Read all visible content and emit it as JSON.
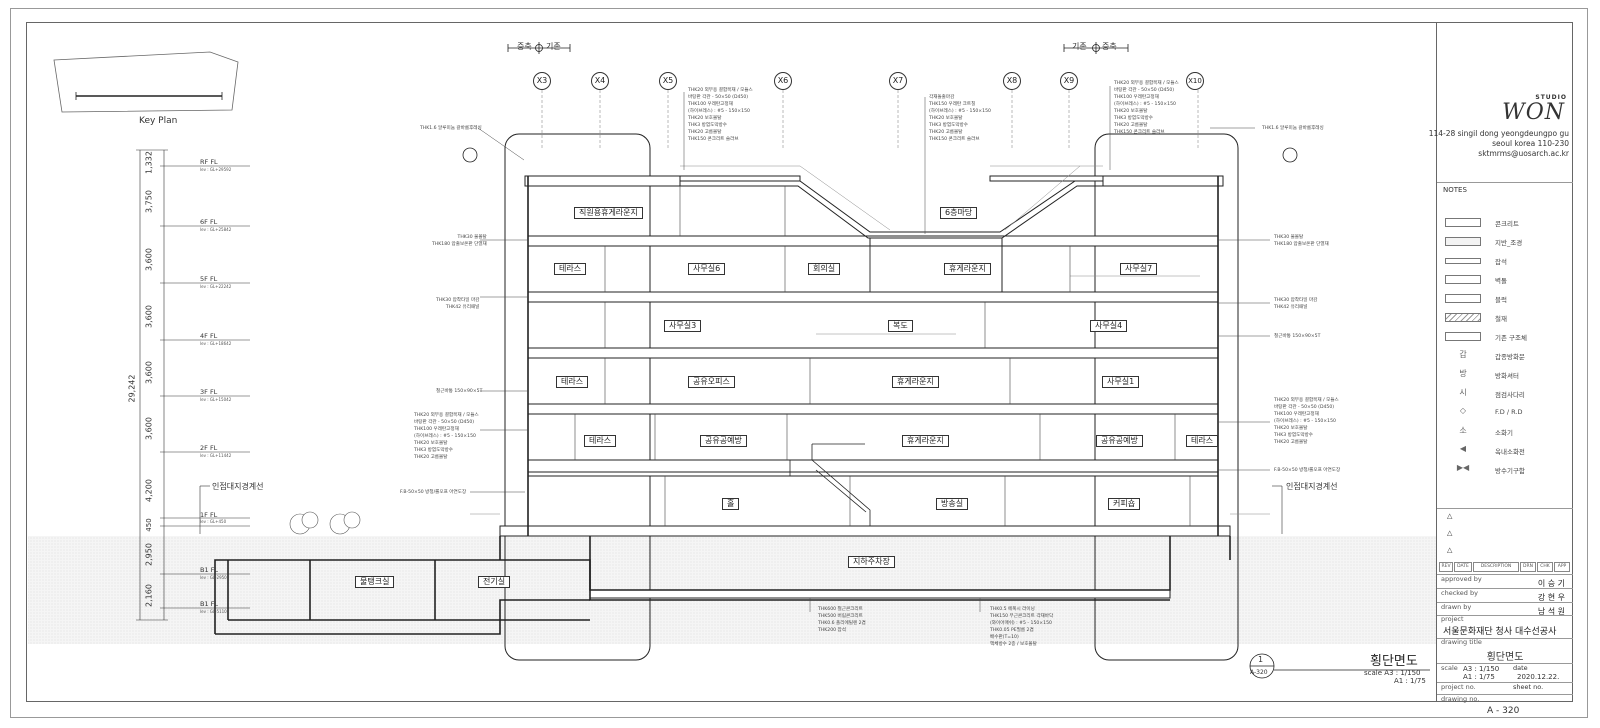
{
  "key_plan": {
    "label": "Key Plan"
  },
  "header": {
    "left_marker": {
      "left": "증축",
      "right": "기존"
    },
    "right_marker": {
      "left": "기존",
      "right": "증축"
    }
  },
  "grid_lines": [
    "X3",
    "X4",
    "X5",
    "X6",
    "X7",
    "X8",
    "X9",
    "X10"
  ],
  "dimensions": {
    "total": "29,242",
    "segments": [
      "1,332",
      "3,750",
      "3,600",
      "3,600",
      "3,600",
      "3,600",
      "4,200",
      "450",
      "2,950",
      "2,160"
    ]
  },
  "levels": [
    {
      "name": "RF FL",
      "sub": "lev : GL+29592"
    },
    {
      "name": "6F FL",
      "sub": "lev : GL+25842"
    },
    {
      "name": "5F FL",
      "sub": "lev : GL+22242"
    },
    {
      "name": "4F FL",
      "sub": "lev : GL+18642"
    },
    {
      "name": "3F FL",
      "sub": "lev : GL+15042"
    },
    {
      "name": "2F FL",
      "sub": "lev : GL+11442"
    },
    {
      "name": "1F FL",
      "sub": "lev : GL+450"
    },
    {
      "name": "B1 FL",
      "sub": "lev : GL-2950"
    },
    {
      "name": "B1 FL",
      "sub": "lev : GL-5110"
    }
  ],
  "boundary_labels": {
    "left": "인접대지경계선",
    "right": "인접대지경계선"
  },
  "rooms": {
    "r6_staff_lounge": "직원용휴게라운지",
    "r6_yard": "6층마당",
    "r5_terrace": "테라스",
    "r5_office6": "사무실6",
    "r5_meeting": "회의실",
    "r5_lounge": "휴게라운지",
    "r5_office7": "사무실7",
    "r4_office3": "사무실3",
    "r4_corridor": "복도",
    "r4_office4": "사무실4",
    "r3_terrace": "테라스",
    "r3_shared_office": "공유오피스",
    "r3_lounge": "휴게라운지",
    "r3_office1": "사무실1",
    "r2_terrace_l": "테라스",
    "r2_hall_l": "공유공예방",
    "r2_lounge": "휴게라운지",
    "r2_hall_r": "공유공예방",
    "r2_terrace_r": "테라스",
    "r1_hall": "홀",
    "r1_broadcast": "방송실",
    "r1_cafe": "커피숍",
    "b1_parking": "지하주차장",
    "b1_tank": "물탱크실",
    "b1_elec": "전기실"
  },
  "notes": {
    "top_left_a": [
      "THK20 외부용 결합목재 / 모듈스",
      "바탕판 각관 - 50×50 (D450)",
      "THK100 우레탄고정재",
      "(하이브레스) : #5 - 150×150",
      "THK20 보호몰탈",
      "THK3 방염도막방수",
      "THK20 고름몰탈",
      "THK150 콘크리트 슬라브"
    ],
    "top_mid": [
      "각재돌출마감",
      "THK150 우레탄 크트칠",
      "(하이브레스) : #5 - 150×150",
      "THK20 보호몰탈",
      "THK3 방염도막방수",
      "THK20 고름몰탈",
      "THK150 콘크리트 슬라브"
    ],
    "top_right": [
      "THK20 외부용 결합목재 / 모듈스",
      "바탕판 각관 - 50×50 (D450)",
      "THK100 우레탄고정재",
      "(하이브레스) : #5 - 150×150",
      "THK20 보호몰탈",
      "THK3 방염도막방수",
      "THK20 고름몰탈",
      "THK150 콘크리트 슬라브"
    ],
    "left_rf": "THK1.6 알루미늄 갈바륨후레싱",
    "left_6f": [
      "THK30 물몰탈",
      "THK180 압출보온판 단열재"
    ],
    "left_5f": [
      "THK30 압착타일 마감",
      "THK42 유리패널"
    ],
    "left_3f": "철근바통 150×90×5T",
    "left_2f": [
      "THK20 외부용 결합목재 / 모듈스",
      "바탕판 각관 - 50×50 (D450)",
      "THK100 우레탄고정재",
      "(하이브레스) : #5 - 150×150",
      "THK20 보호몰탈",
      "THK3 방염도막방수",
      "THK20 고름몰탈"
    ],
    "left_1f": "F.B-50×50 방청/롤오프 아연도장",
    "right_rf": "THK1.6 알루미늄 갈바륨후레싱",
    "right_6f": [
      "THK30 물몰탈",
      "THK180 압출보온판 단열재"
    ],
    "right_5f": [
      "THK30 압착타일 마감",
      "THK42 유리패널"
    ],
    "right_4f": "철근바통 150×90×5T",
    "right_2f": [
      "THK20 외부용 결합목재 / 모듈스",
      "바탕판 각관 - 50×50 (D450)",
      "THK100 우레탄고정재",
      "(하이브레스) : #5 - 150×150",
      "THK20 보호몰탈",
      "THK3 방염도막방수",
      "THK20 고름몰탈"
    ],
    "right_1f": "F.B-50×50 방청/롤오프 아연도장",
    "bottom_a": [
      "THK600 철근콘크리트",
      "THK500 버림콘크리트",
      "THK0.6 폴리에틸렌 2겹",
      "THK200 잡석"
    ],
    "bottom_b": [
      "THK0.5 에폭시 라이닝",
      "THK150 무근콘크리트 각재바닥",
      "(와이어매쉬) : #5 - 150×150",
      "THK0.05 PE필름 2겹",
      "배수판(T=10)",
      "액체방수 2종 / 보호몰탈"
    ]
  },
  "drawing_stamp": {
    "number": "1",
    "ref": "A-320",
    "title": "횡단면도",
    "scale_line1": "scale   A3 : 1/150",
    "scale_line2": "A1 : 1/75"
  },
  "title_block": {
    "studio": "STUDIO",
    "logo": "WON",
    "address": [
      "114-28 singil dong yeongdeungpo gu",
      "seoul korea 110-230",
      "sktmrms@uosarch.ac.kr"
    ],
    "notes_label": "NOTES",
    "legend": [
      {
        "symbol": "",
        "label": "콘크리트"
      },
      {
        "symbol": "",
        "label": "지반_조경"
      },
      {
        "symbol": "",
        "label": "잡석"
      },
      {
        "symbol": "",
        "label": "벽돌"
      },
      {
        "symbol": "",
        "label": "블럭"
      },
      {
        "symbol": "",
        "label": "철재"
      },
      {
        "symbol": "",
        "label": "기존 구조체"
      },
      {
        "symbol": "갑",
        "label": "갑종방화문"
      },
      {
        "symbol": "방",
        "label": "방화셔터"
      },
      {
        "symbol": "시",
        "label": "점검사다리"
      },
      {
        "symbol": "",
        "label": "F.D / R.D"
      },
      {
        "symbol": "소",
        "label": "소화기"
      },
      {
        "symbol": "",
        "label": "옥내소화전"
      },
      {
        "symbol": "",
        "label": "방수기구함"
      }
    ],
    "rev_headers": [
      "REV",
      "DATE",
      "DESCRIPTION",
      "DRN",
      "CHK",
      "APP"
    ],
    "approved_label": "approved by",
    "approved_value": "이 승 기",
    "checked_label": "checked by",
    "checked_value": "강 현 우",
    "drawn_label": "drawn by",
    "drawn_value": "남 석 원",
    "project_label": "project",
    "project_value": "서울문화재단 청사 대수선공사",
    "drawing_title_label": "drawing title",
    "drawing_title_value": "횡단면도",
    "scale_label": "scale",
    "scale_a3": "A3 : 1/150",
    "scale_a1": "A1 : 1/75",
    "date_label": "date",
    "date_value": "2020.12.22.",
    "project_no_label": "project no.",
    "sheet_no_label": "sheet no.",
    "drawing_no_label": "drawing no.",
    "drawing_no_value": "A - 320"
  },
  "colors": {
    "line": "#222222",
    "ground_hatch": "#cfcfcf",
    "frame": "#666666"
  }
}
